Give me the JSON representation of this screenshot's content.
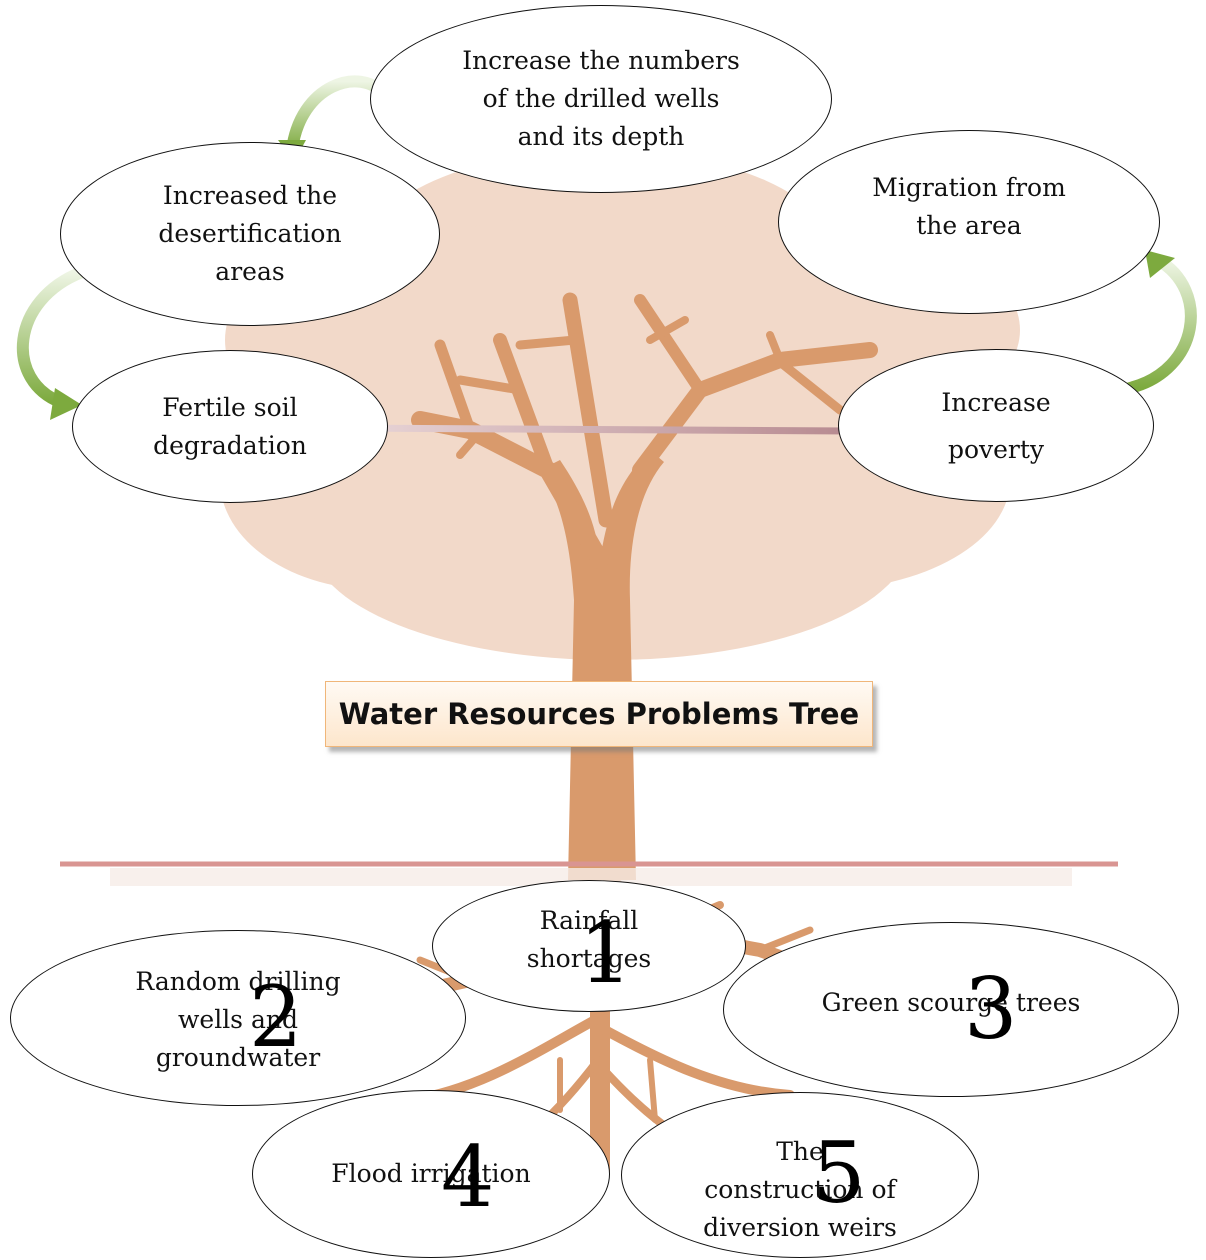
{
  "title": "Water Resources Problems Tree",
  "effects": [
    {
      "id": "wells",
      "text": "Increase the numbers\nof the drilled wells\nand its depth"
    },
    {
      "id": "desertification",
      "text": "Increased the\ndesertification\nareas"
    },
    {
      "id": "migration",
      "text": "Migration from\nthe area"
    },
    {
      "id": "soil",
      "text": "Fertile soil\ndegradation"
    },
    {
      "id": "poverty",
      "text": "Increase\npoverty"
    }
  ],
  "causes": [
    {
      "id": "rainfall",
      "text": "Rainfall\nshortages",
      "number": "1"
    },
    {
      "id": "drilling",
      "text": "Random drilling\nwells and\ngroundwater",
      "number": "2"
    },
    {
      "id": "scourge",
      "text": "Green scourge trees",
      "number": "3"
    },
    {
      "id": "irrigation",
      "text": "Flood irrigation",
      "number": "4"
    },
    {
      "id": "weirs",
      "text": "The\nconstruction of\ndiversion weirs",
      "number": "5"
    }
  ],
  "colors": {
    "canopy": "#f2d9c9",
    "trunk": "#d99a6c",
    "ground_line": "#d99592",
    "arrow_green": "#7daa3e",
    "arrow_pink": "#b78a90",
    "title_fill": "#fde6cc",
    "title_border": "#f0b679"
  }
}
